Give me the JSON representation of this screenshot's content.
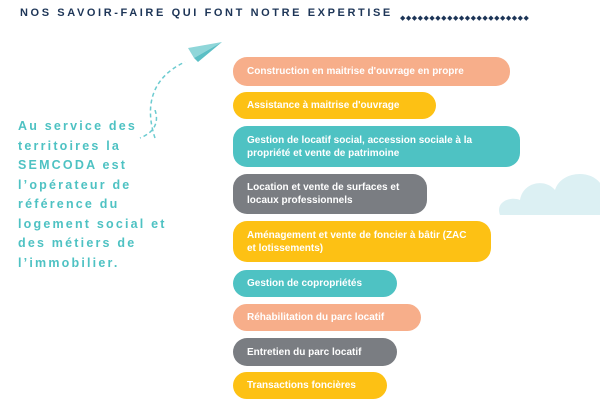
{
  "title": "NOS SAVOIR-FAIRE QUI FONT NOTRE EXPERTISE",
  "dots": "◆◆◆◆◆◆◆◆◆◆◆◆◆◆◆◆◆◆◆◆◆◆",
  "intro": "Au service des territoires la SEMCODA est l’opérateur de référence du logement social et des métiers de l’immobilier.",
  "items": [
    {
      "label": "Construction en maitrise d'ouvrage en propre",
      "color": "#f7ae8a"
    },
    {
      "label": "Assistance à maitrise d'ouvrage",
      "color": "#fdc114"
    },
    {
      "label": "Gestion de locatif social, accession sociale à la propriété et vente de patrimoine",
      "color": "#4ec2c3"
    },
    {
      "label": "Location et vente de surfaces et locaux professionnels",
      "color": "#7a7d82"
    },
    {
      "label": "Aménagement et vente de foncier à bâtir (ZAC et lotissements)",
      "color": "#fdc114"
    },
    {
      "label": "Gestion de copropriétés",
      "color": "#4ec2c3"
    },
    {
      "label": "Réhabilitation du parc locatif",
      "color": "#f7ae8a"
    },
    {
      "label": "Entretien du parc locatif",
      "color": "#7a7d82"
    },
    {
      "label": "Transactions foncières",
      "color": "#fdc114"
    }
  ]
}
